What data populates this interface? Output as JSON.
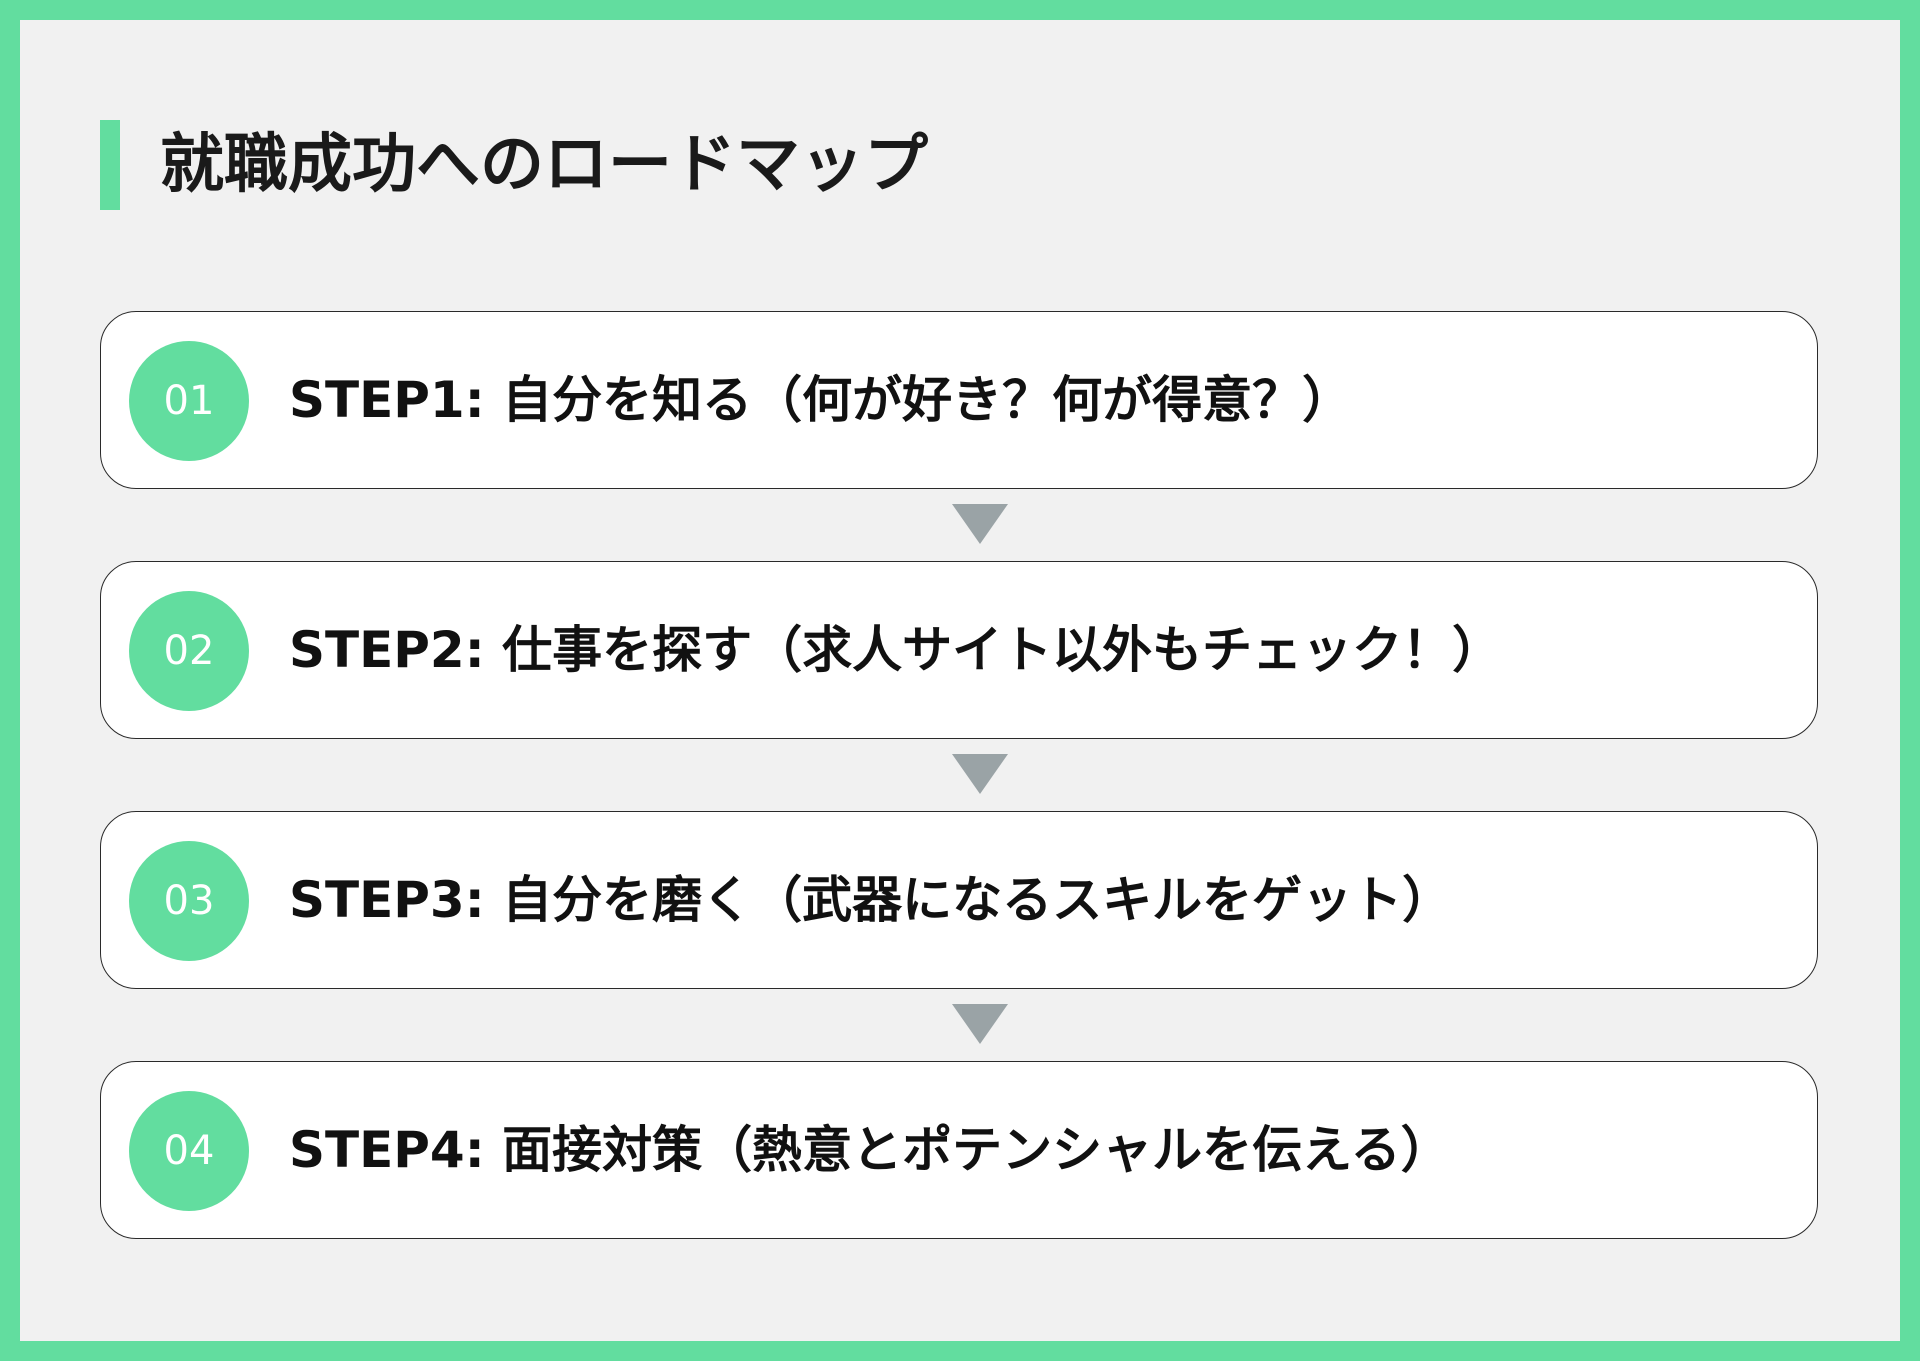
{
  "title": "就職成功へのロードマップ",
  "colors": {
    "accent": "#62dd9f",
    "panel": "#f1f1f1",
    "arrow": "#9aa3a6",
    "card": "#ffffff"
  },
  "steps": [
    {
      "number": "01",
      "label": "STEP1: 自分を知る（何が好き？何が得意？）"
    },
    {
      "number": "02",
      "label": "STEP2: 仕事を探す（求人サイト以外もチェック！）"
    },
    {
      "number": "03",
      "label": "STEP3: 自分を磨く（武器になるスキルをゲット）"
    },
    {
      "number": "04",
      "label": "STEP4: 面接対策（熱意とポテンシャルを伝える）"
    }
  ]
}
